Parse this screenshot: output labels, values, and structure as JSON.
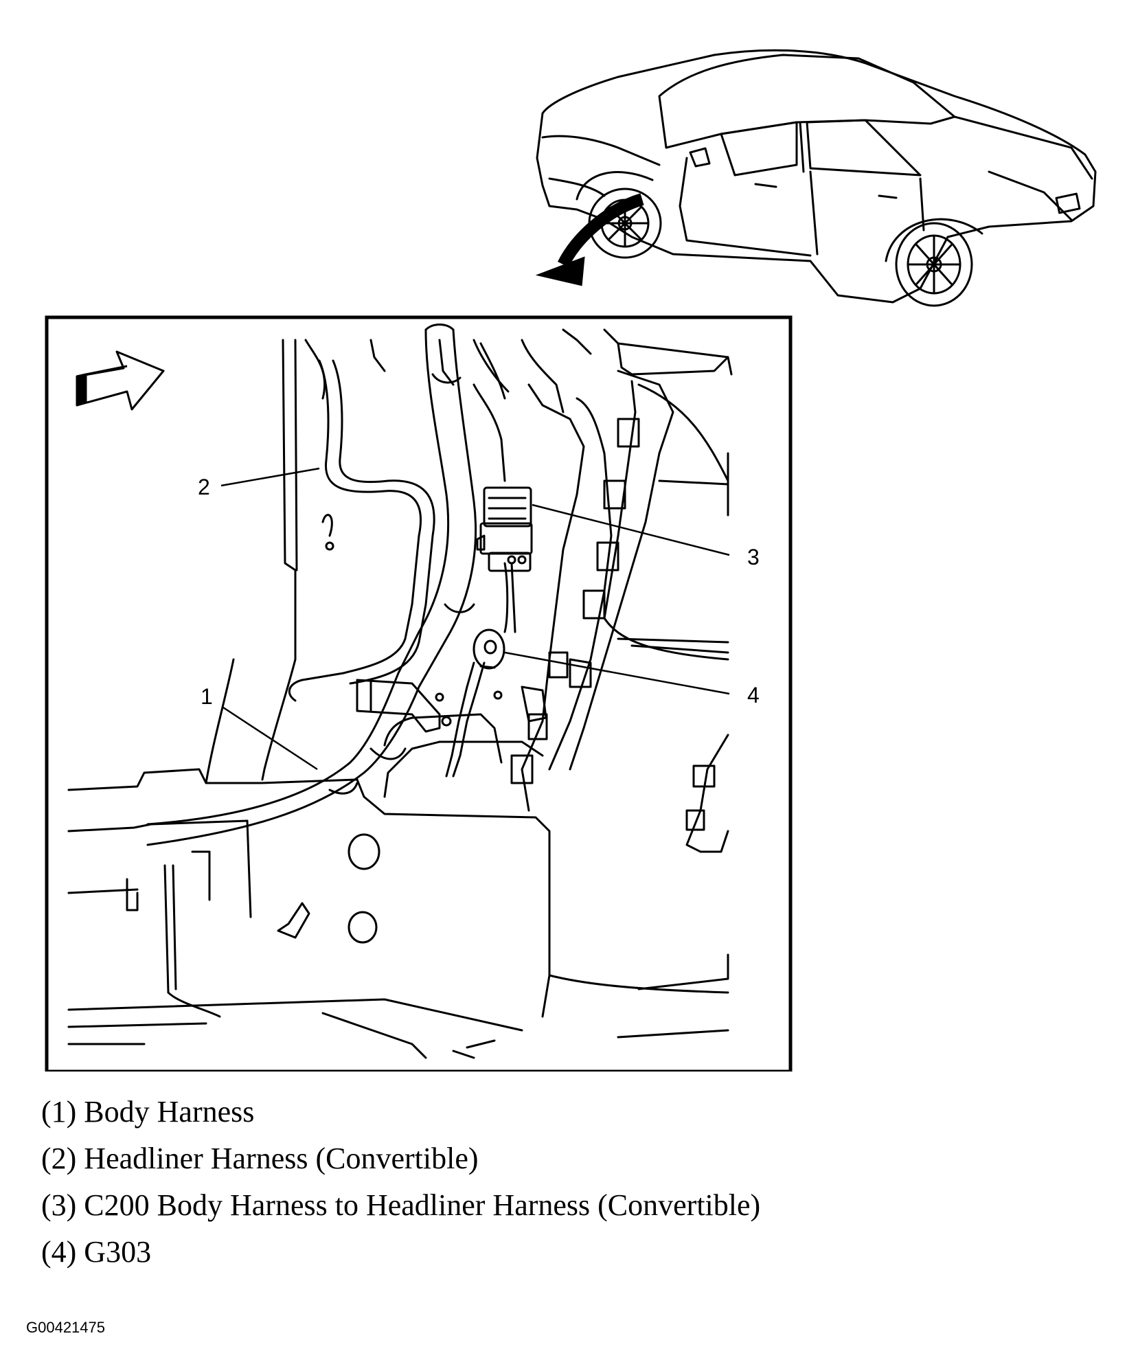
{
  "callouts": [
    "1",
    "2",
    "3",
    "4"
  ],
  "legend": [
    "(1) Body Harness",
    "(2) Headliner Harness (Convertible)",
    "(3) C200 Body Harness to Headliner Harness (Convertible)",
    "(4) G303"
  ],
  "figure_id": "G00421475",
  "icons": {
    "vehicle": "sedan-vehicle-illustration",
    "view_arrow": "curved-view-arrow",
    "direction": "forward-direction-arrow"
  }
}
